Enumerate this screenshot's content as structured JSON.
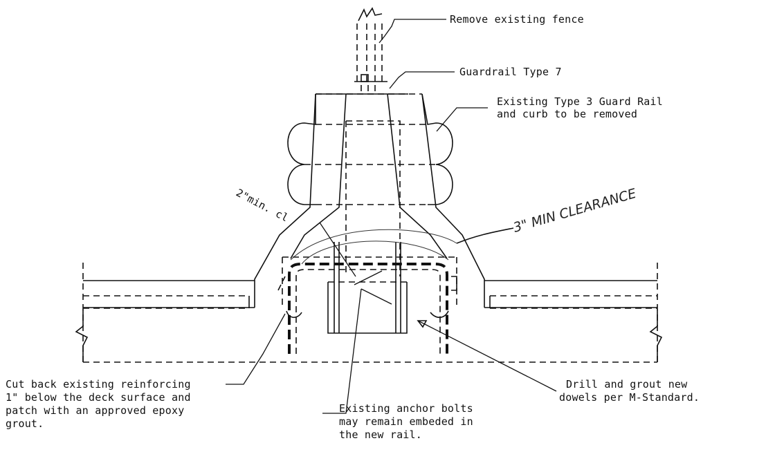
{
  "labels": {
    "remove_fence": "Remove existing fence",
    "guardrail_type7": "Guardrail Type 7",
    "existing_type3_line1": "Existing Type 3 Guard Rail",
    "existing_type3_line2": "and curb to be removed",
    "clearance_handwritten": "3\" MIN CLEARANCE",
    "min_cover": "2\"min. cl",
    "cut_back_line1": "Cut back existing reinforcing",
    "cut_back_line2": "1\" below the deck surface and",
    "cut_back_line3": "patch with an approved epoxy",
    "cut_back_line4": "grout.",
    "anchor_line1": "Existing anchor bolts",
    "anchor_line2": "may remain embeded in",
    "anchor_line3": "the new rail.",
    "drill_line1": "Drill and grout new",
    "drill_line2": "dowels per M-Standard."
  },
  "colors": {
    "ink": "#111111",
    "background": "#ffffff"
  }
}
